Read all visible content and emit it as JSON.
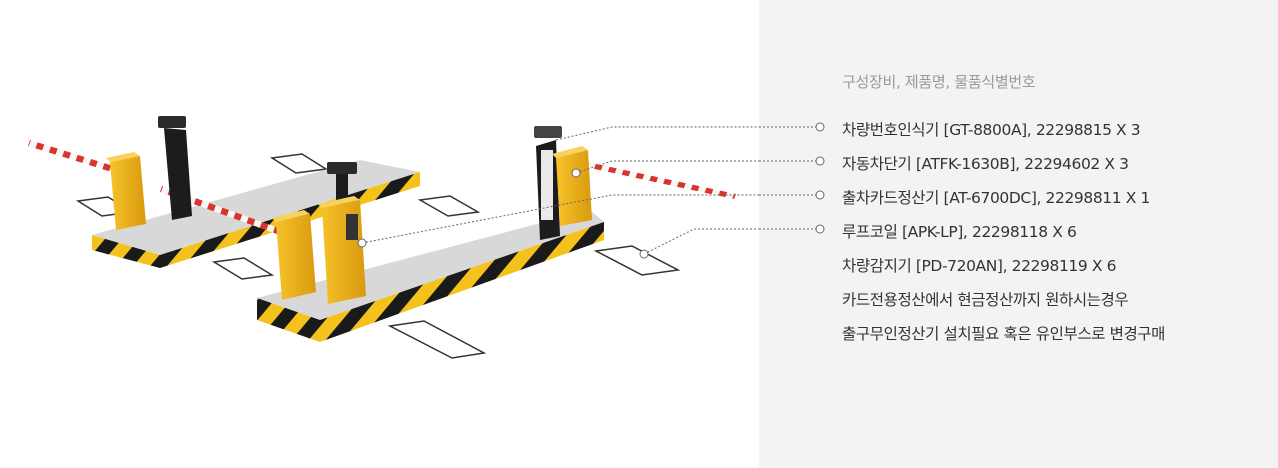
{
  "panel": {
    "title": "구성장비, 제품명, 물품식별번호",
    "items": [
      "차량번호인식기 [GT-8800A], 22298815 X 3",
      "자동차단기 [ATFK-1630B], 22294602 X 3",
      "출차카드정산기 [AT-6700DC], 22298811 X 1",
      "루프코일 [APK-LP], 22298118 X 6",
      "차량감지기 [PD-720AN], 22298119 X 6"
    ],
    "notes": [
      "카드전용정산에서 현금정산까지 원하시는경우",
      "출구무인정산기 설치필요 혹은 유인부스로 변경구매"
    ]
  },
  "colors": {
    "panel_bg": "#f3f3f3",
    "cabinet_yellow": "#f2b418",
    "stripe_black": "#1a1a1a",
    "barrier_red": "#d9352c"
  }
}
